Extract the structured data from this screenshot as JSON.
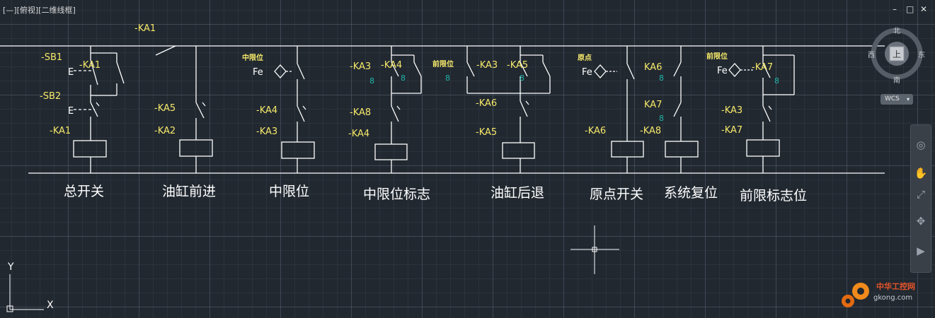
{
  "viewport": {
    "label": "[—][俯视][二维线框]"
  },
  "window_controls": {
    "minimize": "–",
    "restore": "□",
    "close": "✕"
  },
  "viewcube": {
    "north": "北",
    "south": "南",
    "east": "东",
    "west": "西",
    "face": "上"
  },
  "wcs": {
    "label": "WCS"
  },
  "ucs": {
    "y": "Y",
    "x": "X"
  },
  "watermark": {
    "name": "中华工控网",
    "url": "gkong.com"
  },
  "labels": {
    "ka1_top": "-KA1",
    "sb1": "-SB1",
    "sb2": "-SB2",
    "e1": "E",
    "e2": "E",
    "ka1_c1": "-KA1",
    "ka1_coil": "-KA1",
    "ka5_c2": "-KA5",
    "ka2_coil": "-KA2",
    "mid_pos": "中限位",
    "fe1": "Fe",
    "ka4_c3": "-KA4",
    "ka3_coil": "-KA3",
    "ka3_c4": "-KA3",
    "ka4_c4": "-KA4",
    "n8_a": "8",
    "n8_b": "8",
    "ka8_c4": "-KA8",
    "ka4_coil": "-KA4",
    "front_pos_small": "前限位",
    "n8_c": "8",
    "ka3_c5": "-KA3",
    "ka5_c5": "-KA5",
    "n8_d": "8",
    "ka6_c5": "-KA6",
    "ka5_coil": "-KA5",
    "origin_small": "原点",
    "fe2": "Fe",
    "ka6_coil": "-KA6",
    "ka6_c7": "KA6",
    "n8_e": "8",
    "ka7_c7": "KA7",
    "n8_f": "8",
    "ka8_coil": "-KA8",
    "front_pos_small2": "前限位",
    "fe3": "Fe",
    "ka7_c8": "-KA7",
    "n8_g": "8",
    "ka3_c8": "-KA3",
    "ka7_coil": "-KA7"
  },
  "captions": {
    "c1": "总开关",
    "c2": "油缸前进",
    "c3": "中限位",
    "c4": "中限位标志",
    "c5": "油缸后退",
    "c6": "原点开关",
    "c7": "系统复位",
    "c8": "前限标志位"
  },
  "colors": {
    "wire": "#ffffff",
    "label": "#f5e86a",
    "cyan": "#21b3a8",
    "background": "#212830"
  }
}
